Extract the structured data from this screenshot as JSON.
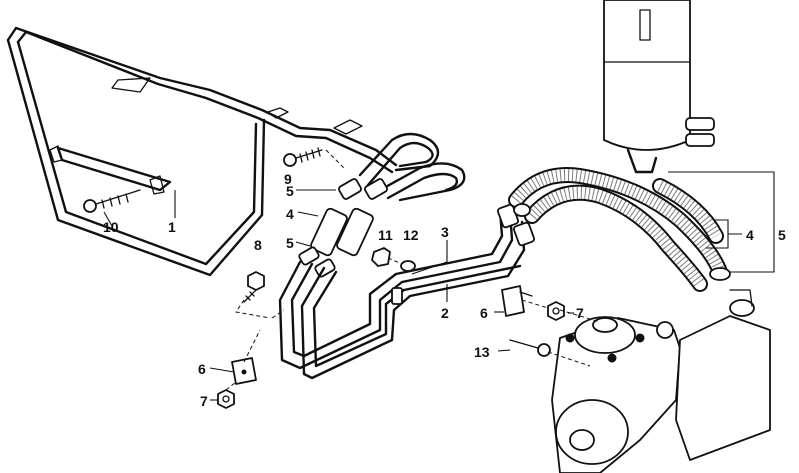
{
  "callouts": {
    "c1": "1",
    "c2": "2",
    "c3": "3",
    "c4a": "4",
    "c4b": "4",
    "c5a": "5",
    "c5b": "5",
    "c5c": "5",
    "c6a": "6",
    "c6b": "6",
    "c7a": "7",
    "c7b": "7",
    "c8": "8",
    "c9": "9",
    "c10": "10",
    "c11": "11",
    "c12": "12",
    "c13": "13"
  }
}
